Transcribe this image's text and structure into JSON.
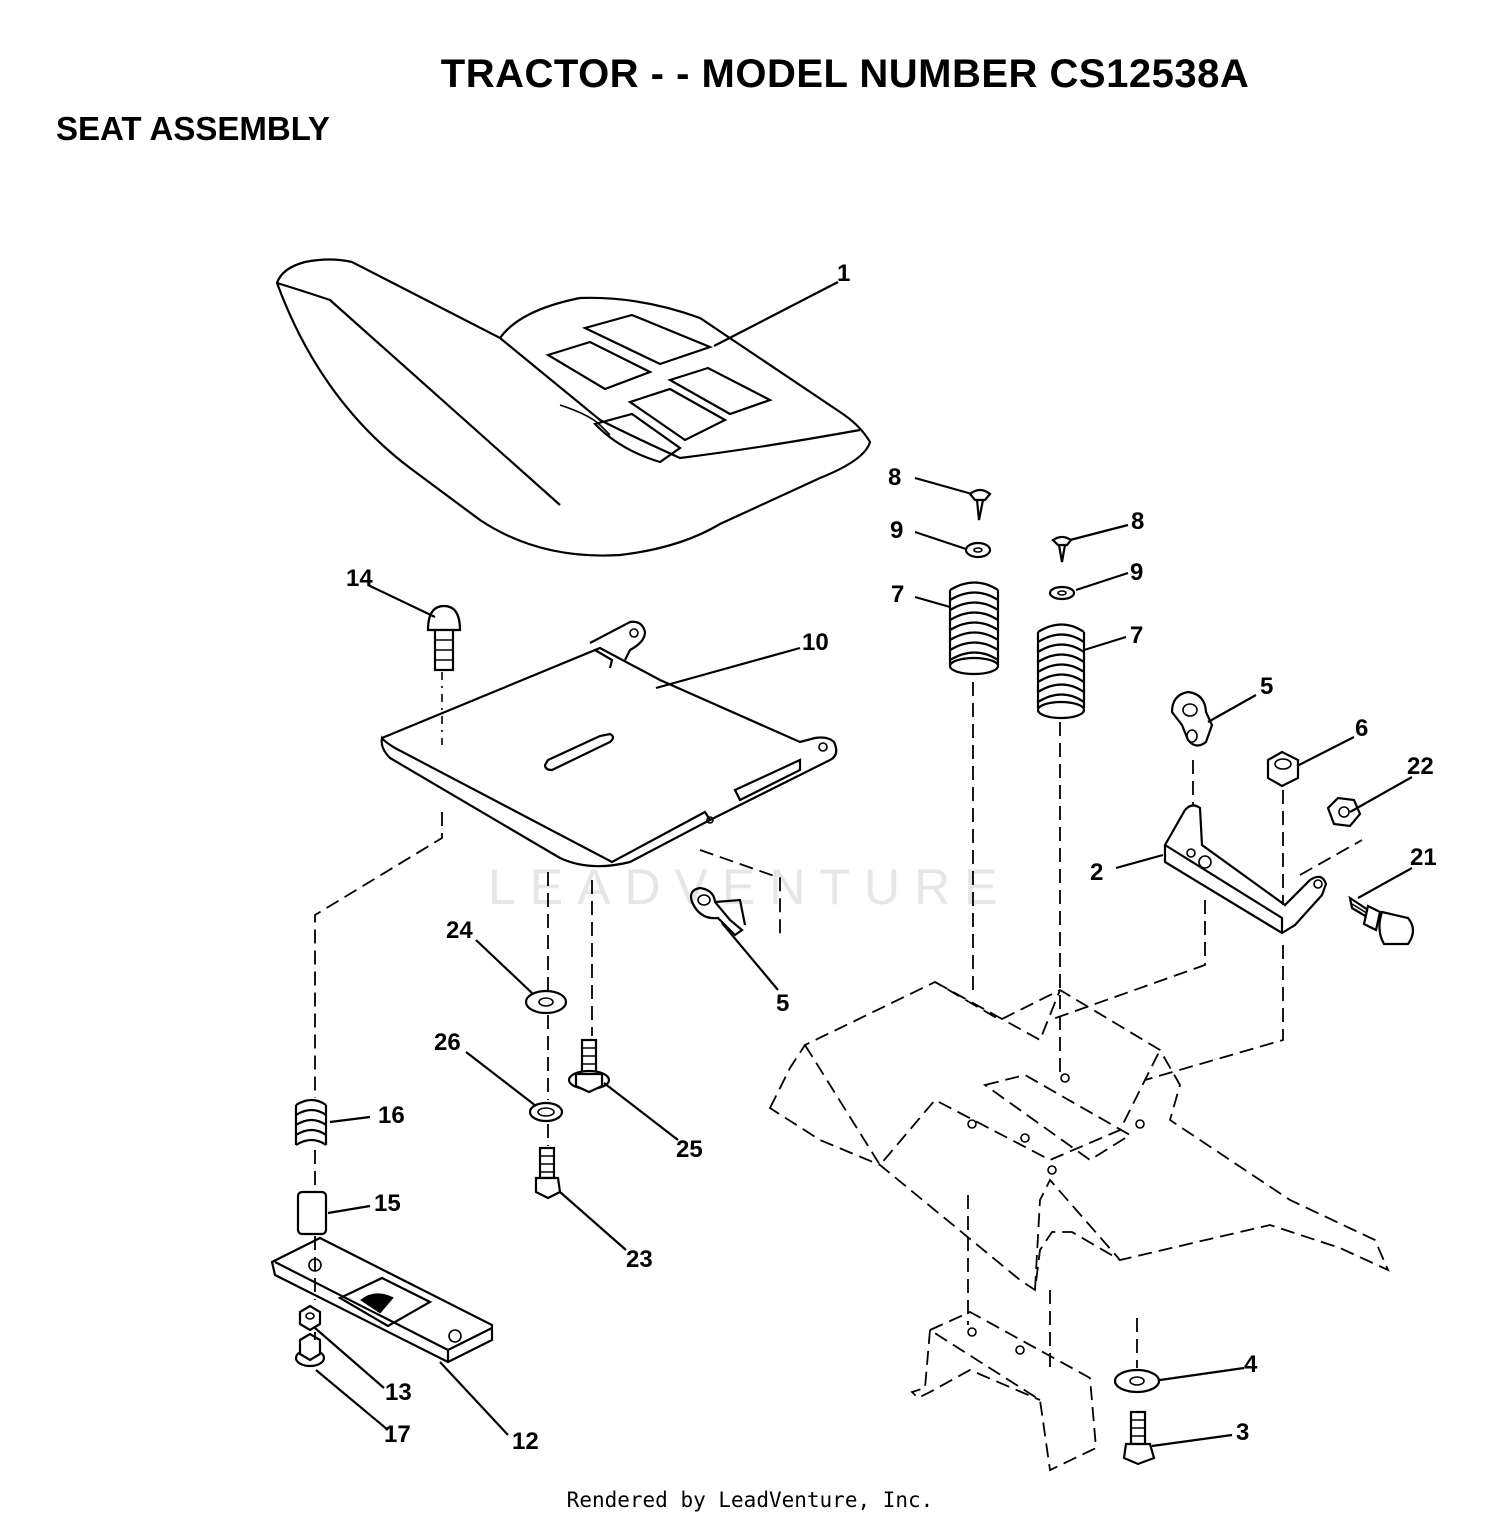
{
  "title": "TRACTOR - - MODEL NUMBER CS12538A",
  "subtitle": "SEAT ASSEMBLY",
  "watermark": "LEADVENTURE",
  "footer": "Rendered by LeadVenture, Inc.",
  "callouts": [
    "1",
    "2",
    "3",
    "4",
    "5",
    "5",
    "6",
    "7",
    "7",
    "8",
    "8",
    "9",
    "9",
    "10",
    "12",
    "13",
    "14",
    "15",
    "16",
    "17",
    "21",
    "22",
    "23",
    "24",
    "25",
    "26"
  ]
}
